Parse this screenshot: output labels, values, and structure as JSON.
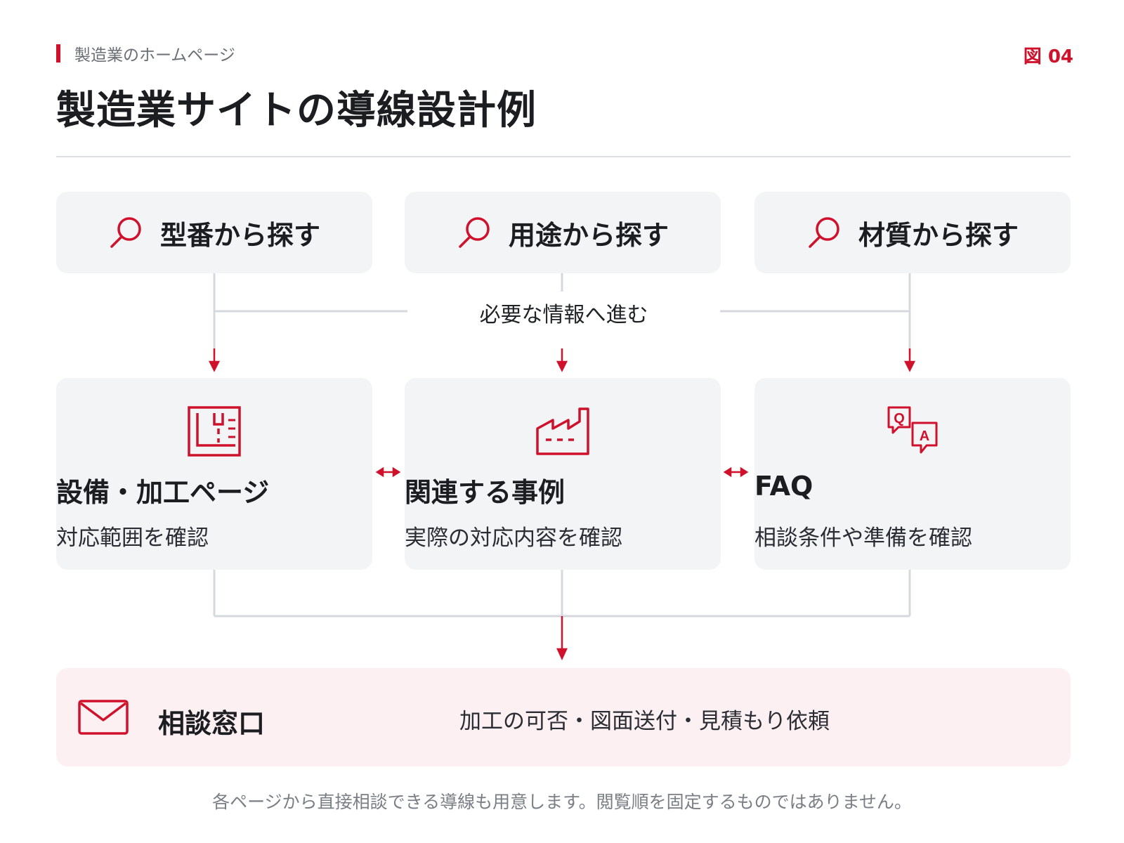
{
  "header": {
    "eyebrow": "製造業のホームページ",
    "figure_label": "図 04",
    "title": "製造業サイトの導線設計例"
  },
  "entry_points": [
    {
      "label": "型番から探す",
      "icon": "search-icon"
    },
    {
      "label": "用途から探す",
      "icon": "search-icon"
    },
    {
      "label": "材質から探す",
      "icon": "search-icon"
    }
  ],
  "flow_note": "必要な情報へ進む",
  "destinations": [
    {
      "title": "設備・加工ページ",
      "subtitle": "対応範囲を確認",
      "icon": "equipment-blueprint-icon"
    },
    {
      "title": "関連する事例",
      "subtitle": "実際の対応内容を確認",
      "icon": "factory-icon"
    },
    {
      "title": "FAQ",
      "subtitle": "相談条件や準備を確認",
      "icon": "qa-bubbles-icon"
    }
  ],
  "contact": {
    "title": "相談窓口",
    "detail": "加工の可否・図面送付・見積もり依頼",
    "icon": "mail-icon"
  },
  "footnote": "各ページから直接相談できる導線も用意します。閲覧順を固定するものではありません。",
  "colors": {
    "accent": "#d0112b",
    "box_bg": "#f3f4f6",
    "contact_bg": "#fdf0f2",
    "connector": "#d5d8dd"
  }
}
